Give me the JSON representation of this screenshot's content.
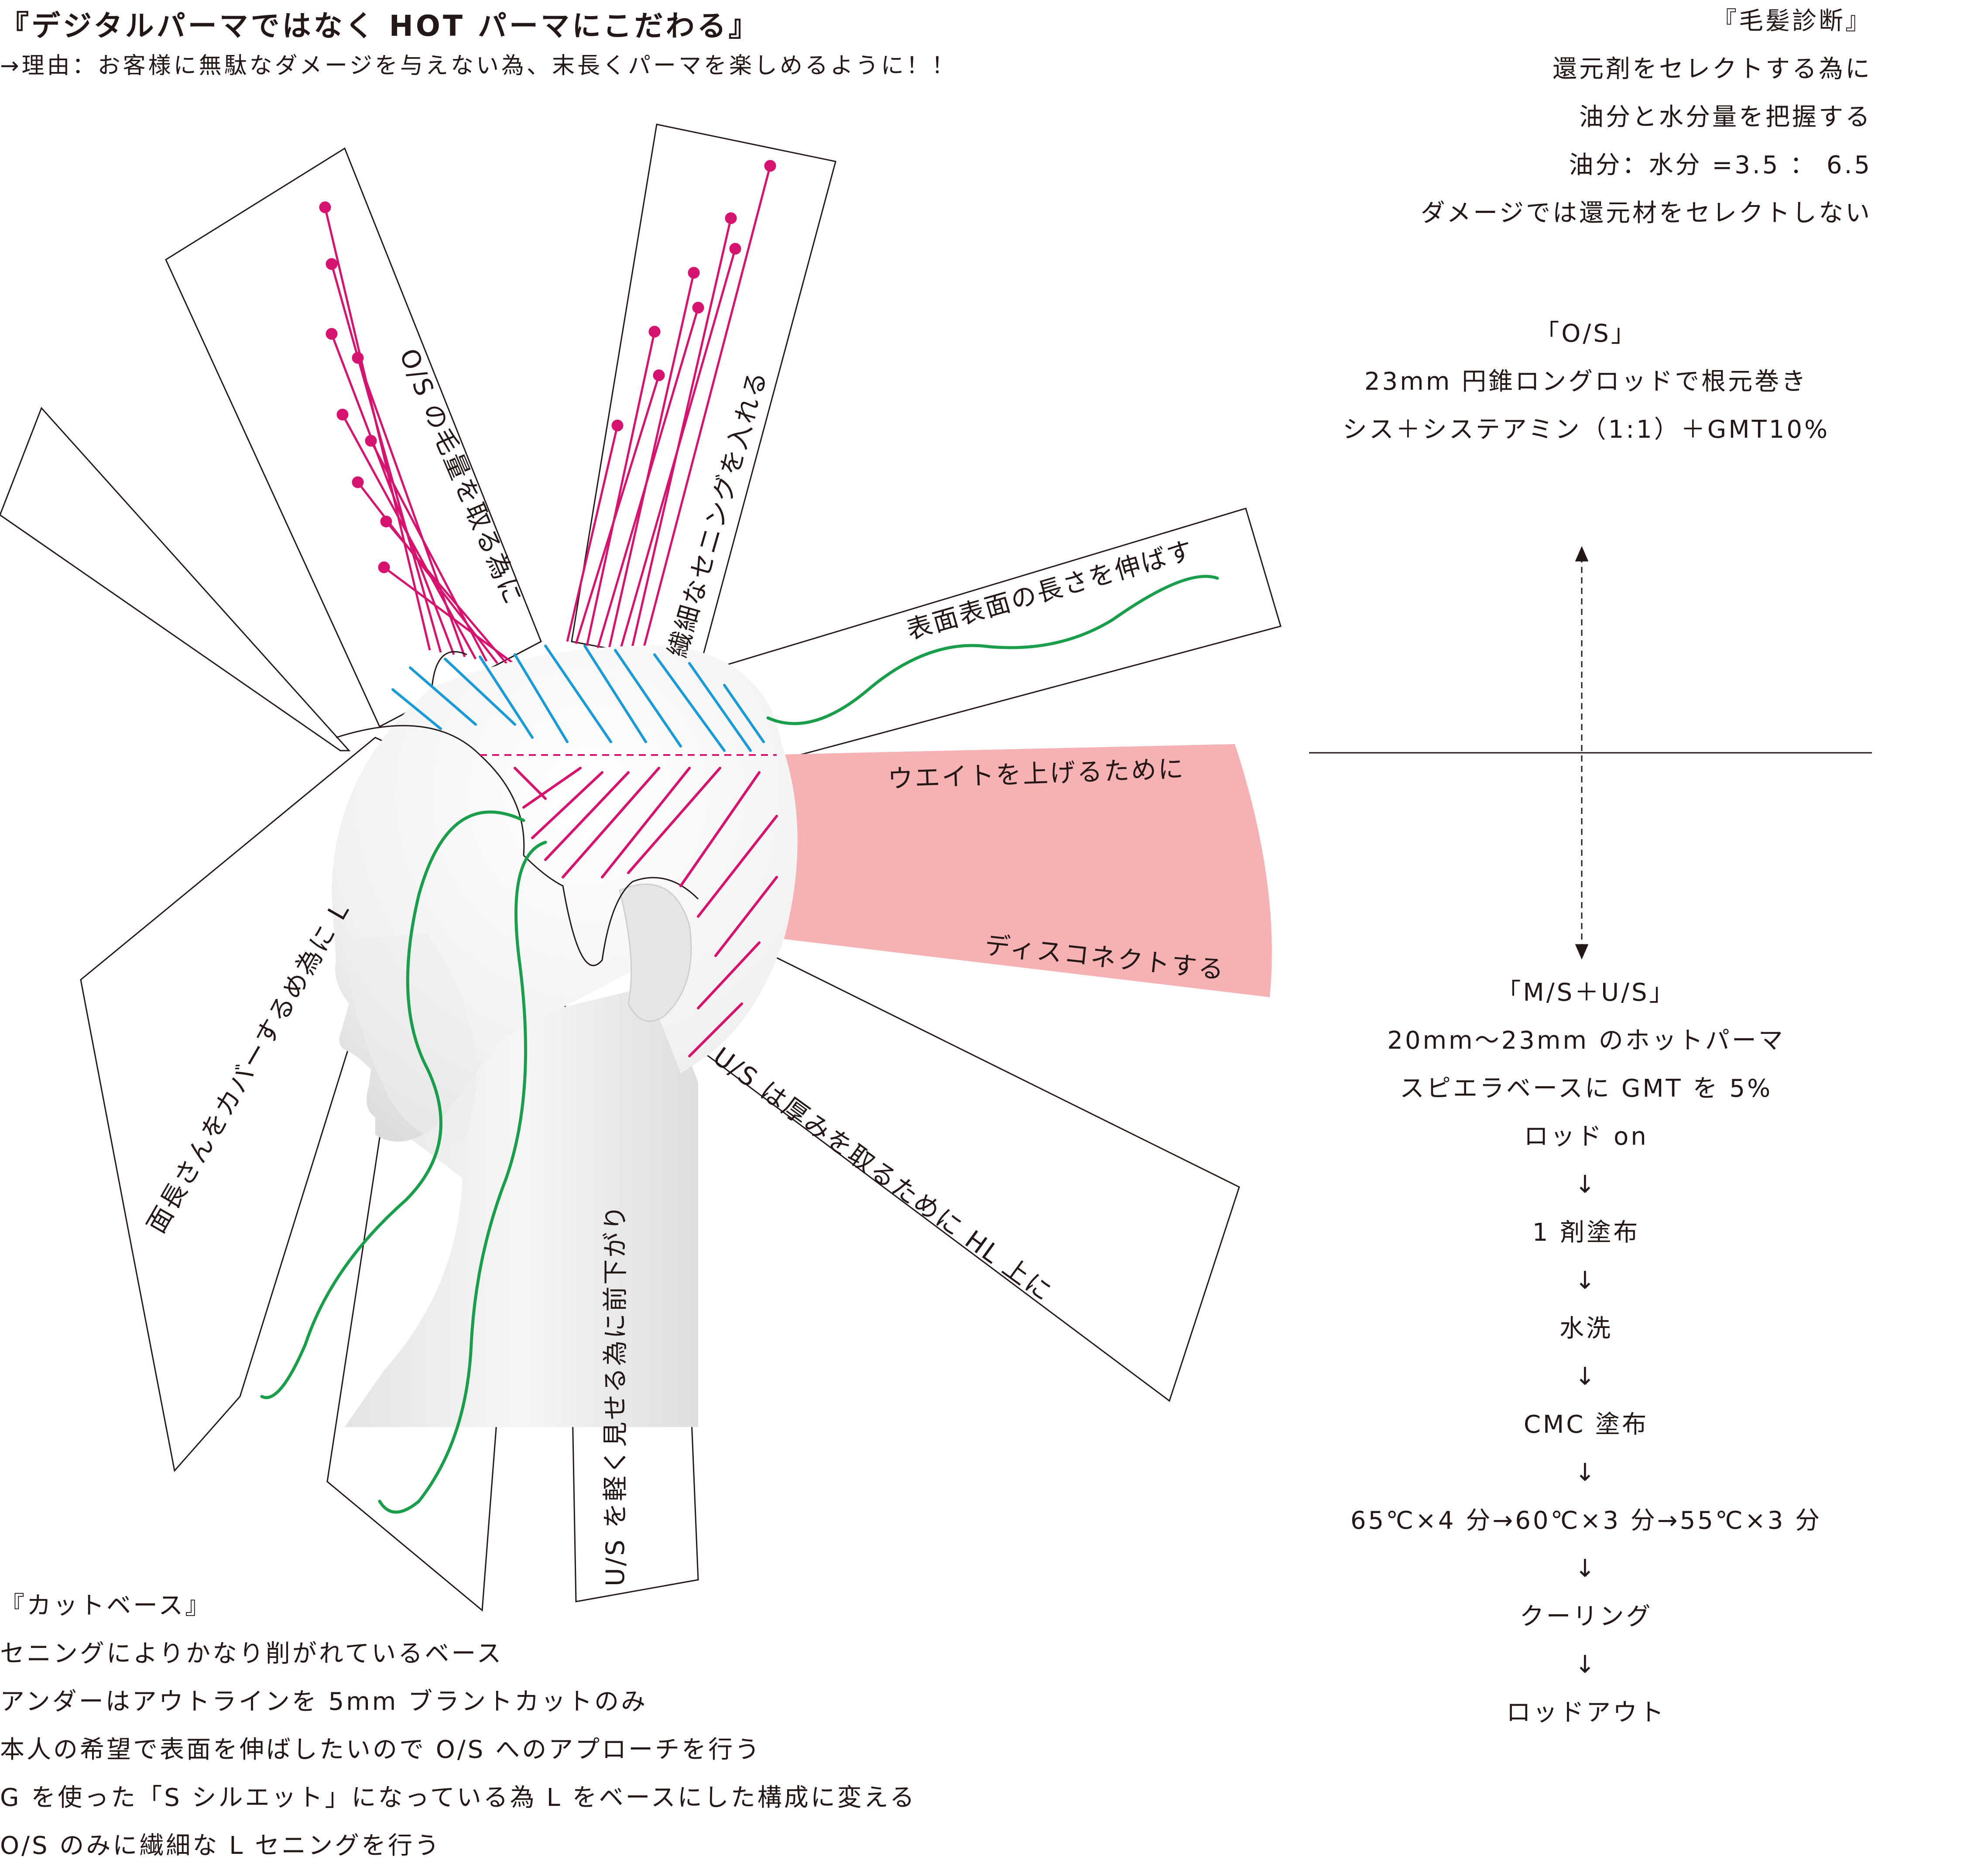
{
  "title": "『デジタルパーマではなく HOT パーマにこだわる』",
  "subtitle": "→理由：お客様に無駄なダメージを与えない為、末長くパーマを楽しめるように！！",
  "diagnosis": {
    "heading": "『毛髪診断』",
    "lines": [
      "還元剤をセレクトする為に",
      "油分と水分量を把握する",
      "油分：水分 =3.5 ： 6.5",
      "ダメージでは還元材をセレクトしない"
    ]
  },
  "os_recipe": {
    "heading": "「O/S」",
    "lines": [
      "23mm 円錐ロングロッドで根元巻き",
      "シス＋システアミン（1:1）＋GMT10%"
    ]
  },
  "msus_recipe": {
    "heading": "「M/S＋U/S」",
    "lines": [
      "20mm〜23mm のホットパーマ",
      "スピエラベースに GMT を 5%",
      "ロッド on"
    ],
    "steps": [
      "1 剤塗布",
      "水洗",
      "CMC 塗布",
      "65℃×4 分→60℃×3 分→55℃×3 分",
      "クーリング",
      "ロッドアウト"
    ],
    "arrow": "↓"
  },
  "cut_base": {
    "heading": "『カットベース』",
    "lines": [
      "セニングによりかなり削がれているベース",
      "アンダーはアウトラインを 5mm ブラントカットのみ",
      "本人の希望で表面を伸ばしたいので O/S へのアプローチを行う",
      "G を使った「S シルエット」になっている為 L をベースにした構成に変える",
      "O/S のみに繊細な L セニングを行う"
    ]
  },
  "diagram": {
    "label_os_volume": "O/S の毛量を取る為に",
    "label_delicate_thinning": "繊細なセニングを入れる",
    "label_surface_length": "表面表面の長さを伸ばす",
    "label_raise_weight": "ウエイトを上げるために",
    "label_disconnect": "ディスコネクトする",
    "label_us_thickness": "U/S は厚みを取るために HL 上に",
    "label_us_light": "U/S を軽く見せる為に前下がり",
    "label_face_length": "面長さんをカバーするめ為に L"
  },
  "colors": {
    "magenta": "#d6136f",
    "blue": "#1a9ad6",
    "green": "#1a9e4b",
    "pink_band": "#f6b1b5",
    "ink": "#231815"
  }
}
